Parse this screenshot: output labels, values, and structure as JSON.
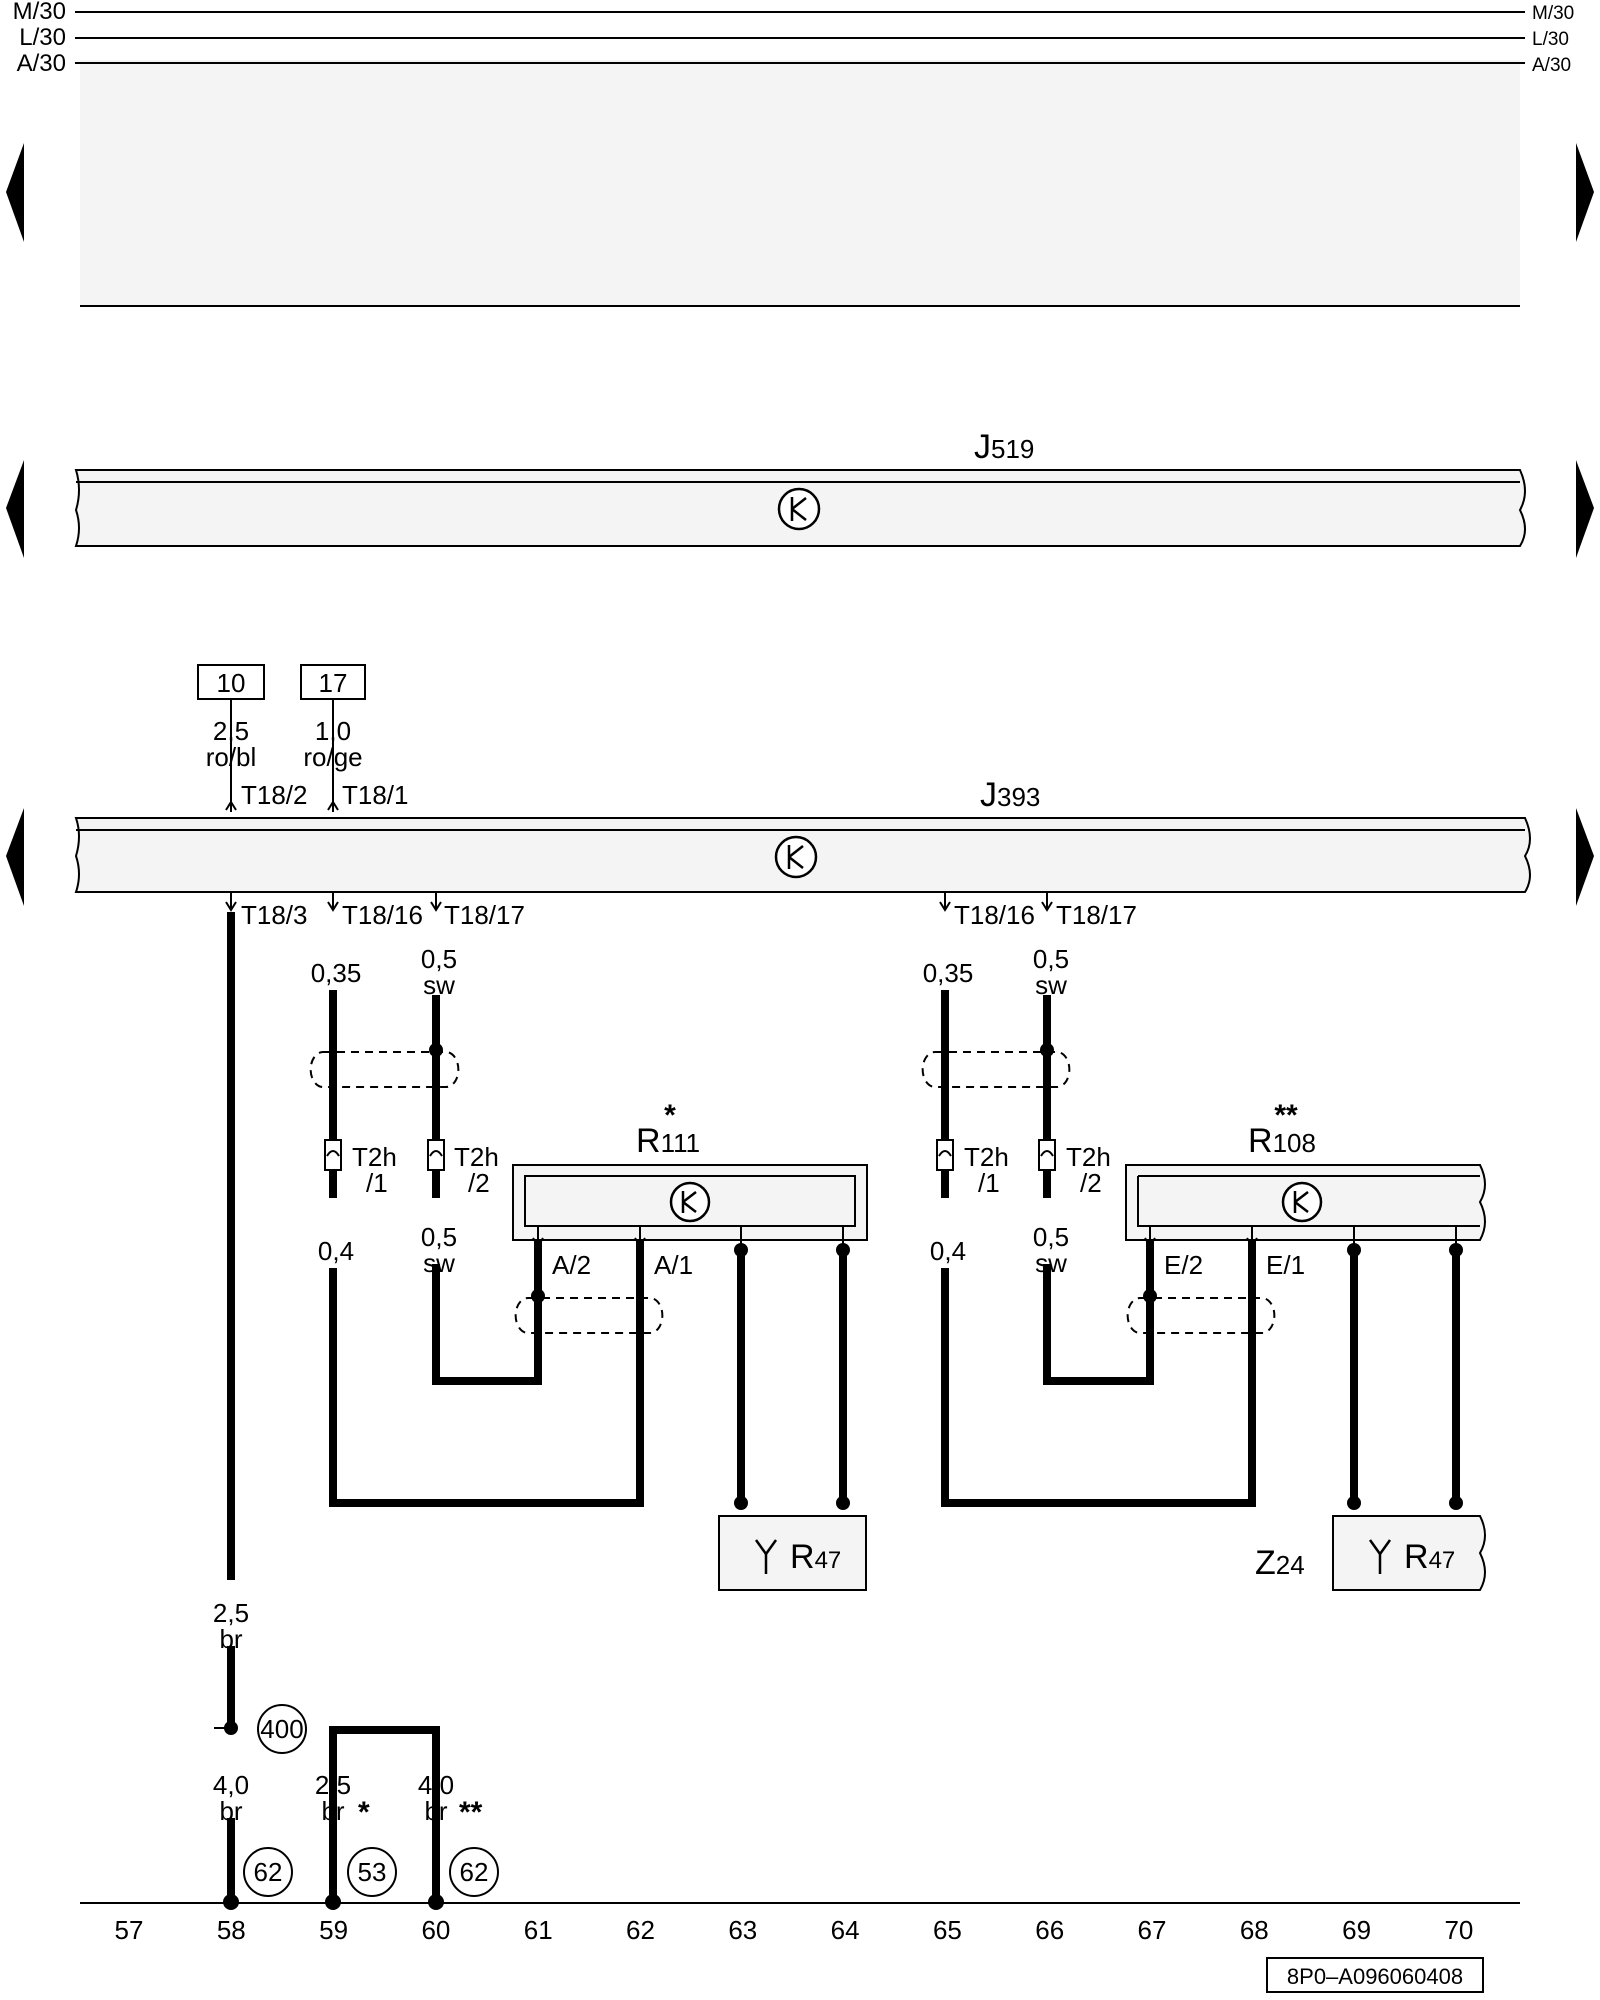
{
  "rails": {
    "left": [
      "M/30",
      "L/30",
      "A/30"
    ],
    "right": [
      "M/30",
      "L/30",
      "A/30"
    ]
  },
  "components": {
    "j519": {
      "letter": "J",
      "sub": "519"
    },
    "j393": {
      "letter": "J",
      "sub": "393"
    },
    "r111": {
      "letter": "R",
      "sub": "111",
      "mark": "*"
    },
    "r108": {
      "letter": "R",
      "sub": "108",
      "mark": "**"
    },
    "r47_a": {
      "letter": "R",
      "sub": "47"
    },
    "r47_b": {
      "letter": "R",
      "sub": "47"
    },
    "z24": {
      "letter": "Z",
      "sub": "24"
    }
  },
  "refs": {
    "ref10": "10",
    "ref17": "17"
  },
  "wire_labels": {
    "w58_top_size": "2,5",
    "w58_top_color": "ro/bl",
    "w59_top_size": "1,0",
    "w59_top_color": "ro/ge",
    "w59_a": "0,35",
    "w60_a_size": "0,5",
    "w60_a_color": "sw",
    "w65_a": "0,35",
    "w66_a_size": "0,5",
    "w66_a_color": "sw",
    "w59_b": "0,4",
    "w60_b_size": "0,5",
    "w60_b_color": "sw",
    "w65_b": "0,4",
    "w66_b_size": "0,5",
    "w66_b_color": "sw",
    "w58_mid_size": "2,5",
    "w58_mid_color": "br",
    "w58_low_size": "4,0",
    "w58_low_color": "br",
    "w59_low_size": "2,5",
    "w59_low_color": "br",
    "w59_low_mark": "*",
    "w60_low_size": "4,0",
    "w60_low_color": "br",
    "w60_low_mark": "**"
  },
  "pins": {
    "t18_2": "T18/2",
    "t18_1": "T18/1",
    "t18_3": "T18/3",
    "t18_16_a": "T18/16",
    "t18_17_a": "T18/17",
    "t18_16_b": "T18/16",
    "t18_17_b": "T18/17",
    "t2h_a1": "T2h",
    "t2h_a1_n": "/1",
    "t2h_a2": "T2h",
    "t2h_a2_n": "/2",
    "t2h_b1": "T2h",
    "t2h_b1_n": "/1",
    "t2h_b2": "T2h",
    "t2h_b2_n": "/2",
    "a2": "A/2",
    "a1": "A/1",
    "e2": "E/2",
    "e1": "E/1"
  },
  "ground_points": {
    "g400": "400",
    "g62_a": "62",
    "g53": "53",
    "g62_b": "62"
  },
  "columns": [
    "57",
    "58",
    "59",
    "60",
    "61",
    "62",
    "63",
    "64",
    "65",
    "66",
    "67",
    "68",
    "69",
    "70"
  ],
  "doc_id": "8P0–A096060408",
  "colors": {
    "line": "#000000",
    "fill": "#f4f4f4",
    "background": "#ffffff"
  }
}
